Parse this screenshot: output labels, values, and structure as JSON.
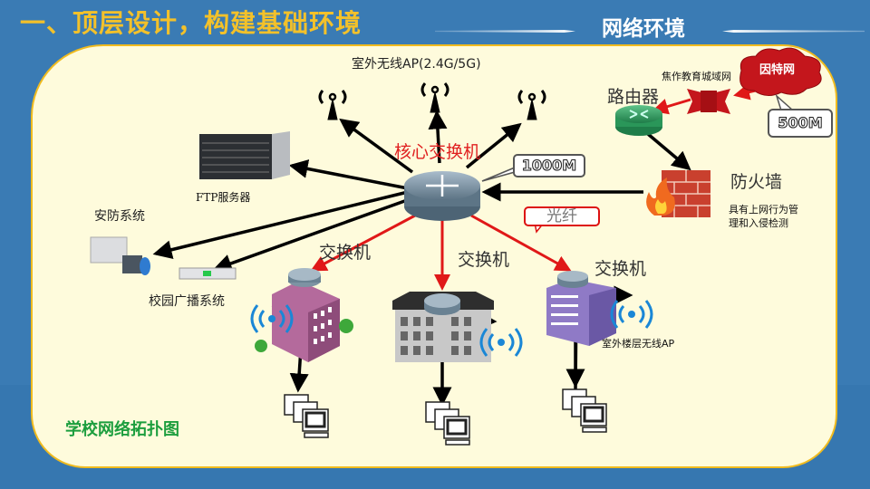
{
  "header": {
    "title": "一、顶层设计，构建基础环境",
    "section_title": "网络环境"
  },
  "diagram": {
    "caption": "学校网络拓扑图",
    "core_switch": {
      "label": "核心交换机",
      "bandwidth": "1000M"
    },
    "wireless_ap": {
      "label": "室外无线AP(2.4G/5G)",
      "count": 3
    },
    "ftp_server": {
      "label": "FTP服务器"
    },
    "security": {
      "label": "安防系统"
    },
    "broadcast": {
      "label": "校园广播系统"
    },
    "router": {
      "label": "路由器"
    },
    "metro_net": {
      "label": "焦作教育城域网"
    },
    "internet": {
      "label": "因特网",
      "bandwidth": "500M"
    },
    "firewall": {
      "label": "防火墙",
      "description_line1": "具有上网行为管",
      "description_line2": "理和入侵检测"
    },
    "fiber_label": "光纤",
    "buildings": [
      {
        "switch_label": "交换机"
      },
      {
        "switch_label": "交换机"
      },
      {
        "switch_label": "交换机",
        "ap_label": "室外楼层无线AP"
      }
    ],
    "colors": {
      "title": "#f3c12a",
      "background": "#3a7bb4",
      "panel": "#fefbdc",
      "panel_border": "#f0bb1f",
      "fiber_link": "#e01818",
      "copper_link": "#000000",
      "caption": "#1c9e3e"
    }
  }
}
